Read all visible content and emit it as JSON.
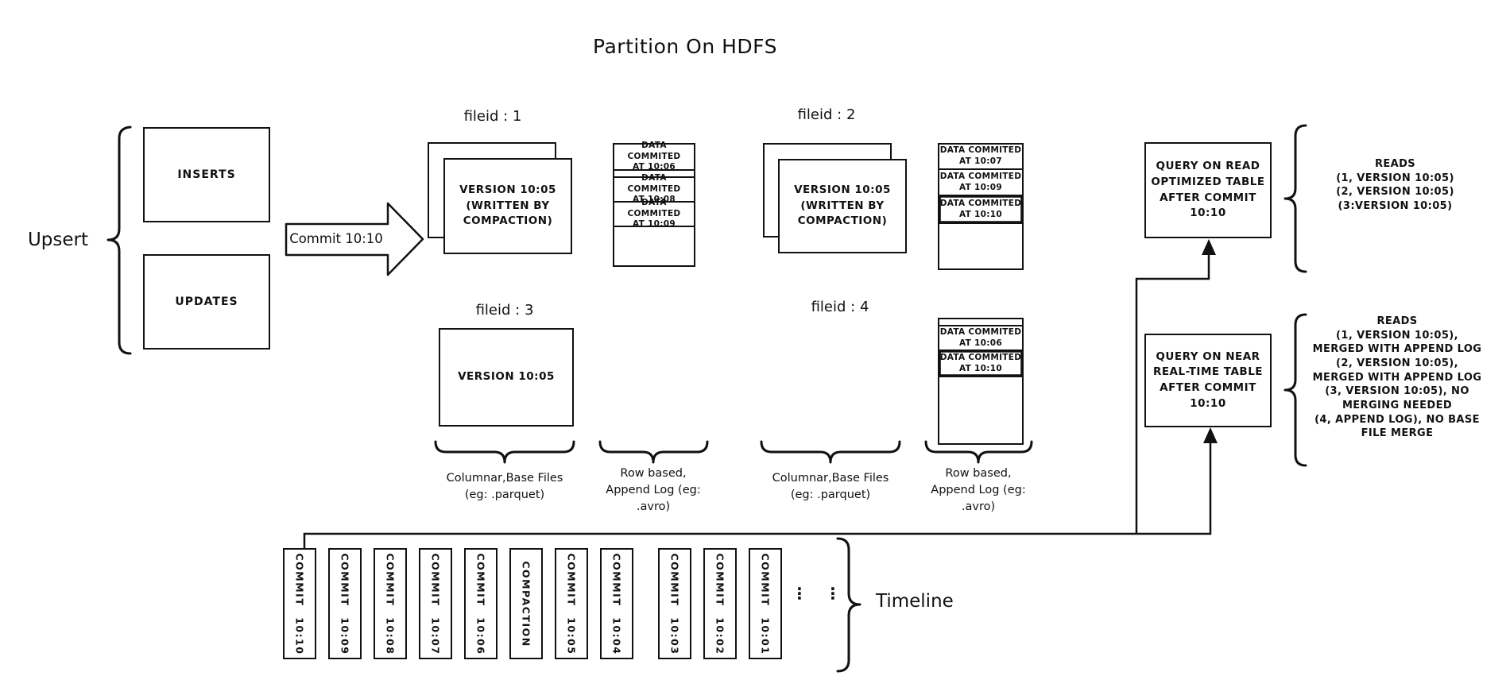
{
  "title": "Partition On HDFS",
  "upsert": {
    "label": "Upsert",
    "inserts_label": "INSERTS",
    "updates_label": "UPDATES",
    "commit_arrow_label": "Commit 10:10"
  },
  "file_groups": {
    "labels": [
      "fileid : 1",
      "fileid : 2",
      "fileid : 3",
      "fileid : 4"
    ],
    "version_compacted": "VERSION 10:05\n(WRITTEN BY\nCOMPACTION)",
    "version_plain": "VERSION 10:05"
  },
  "append_logs": [
    {
      "cells": [
        "DATA COMMITED\nAT 10:06",
        "DATA COMMITED\nAT 10:08",
        "DATA COMMITED\nAT 10:09"
      ]
    },
    {
      "cells": [
        "DATA COMMITED\nAT 10:07",
        "DATA COMMITED\nAT 10:09",
        "DATA COMMITED\nAT 10:10"
      ]
    },
    {
      "cells": [
        "DATA COMMITED\nAT 10:06",
        "DATA COMMITED\nAT 10:10"
      ]
    }
  ],
  "brace_labels": {
    "columnar": "Columnar,Base Files\n(eg: .parquet)",
    "row_based": "Row based,\nAppend Log  (eg:\n.avro)"
  },
  "queries": [
    {
      "box": "QUERY ON READ\nOPTIMIZED TABLE\nAFTER COMMIT\n10:10",
      "reads": "READS\n(1, VERSION 10:05)\n(2, VERSION 10:05)\n(3:VERSION 10:05)"
    },
    {
      "box": "QUERY ON NEAR\nREAL-TIME TABLE\nAFTER COMMIT\n10:10",
      "reads": "READS\n(1, VERSION 10:05),\nMERGED WITH APPEND LOG\n(2, VERSION 10:05),\nMERGED WITH APPEND LOG\n(3, VERSION 10:05), NO\nMERGING NEEDED\n(4, APPEND LOG), NO BASE\nFILE MERGE"
    }
  ],
  "timeline": {
    "label": "Timeline",
    "ellipsis": "⋮",
    "entries": [
      "COMMIT 10:10",
      "COMMIT 10:09",
      "COMMIT 10:08",
      "COMMIT 10:07",
      "COMMIT 10:06",
      "COMPACTION",
      "COMMIT 10:05",
      "COMMIT 10:04",
      "COMMIT 10:03",
      "COMMIT 10:02",
      "COMMIT 10:01"
    ]
  },
  "colors": {
    "stroke": "#111111",
    "background": "#ffffff"
  }
}
